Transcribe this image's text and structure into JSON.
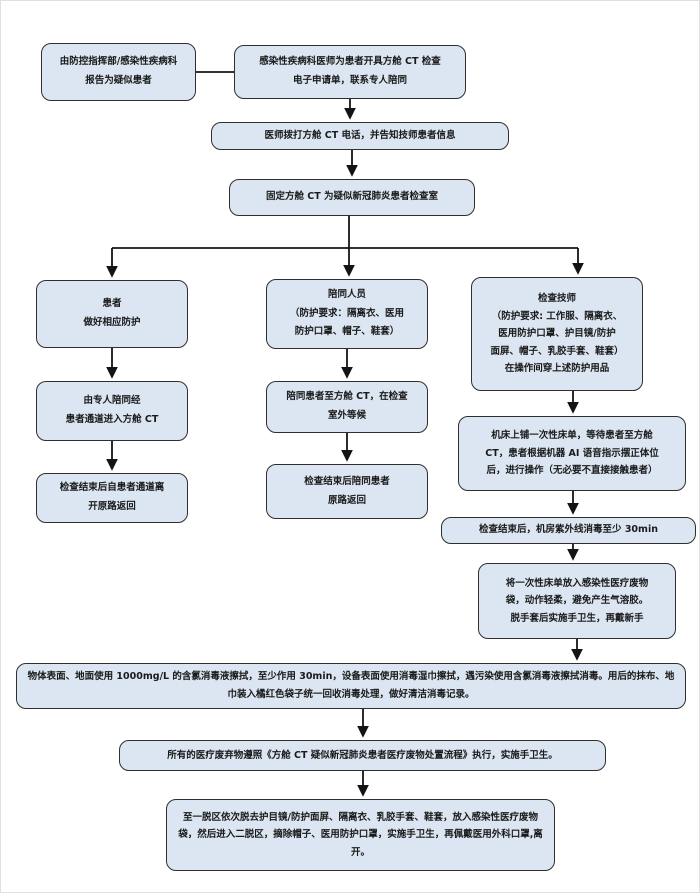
{
  "page": {
    "title": "方舱CT疑似新冠肺炎患者检查流程图",
    "background_color": "#ffffff",
    "node_fill_color": "#dce6f2",
    "node_border_color": "#2f2f2f",
    "arrow_color": "#141414"
  },
  "flowchart": {
    "nodes": {
      "report": "由防控指挥部/感染性疾病科\n报告为疑似患者",
      "order": "感染性疾病科医师为患者开具方舱 CT 检查\n电子申请单，联系专人陪同",
      "call": "医师拨打方舱 CT 电话，并告知技师患者信息",
      "fix_room": "固定方舱 CT 为疑似新冠肺炎患者检查室",
      "patient_role": "患者\n做好相应防护",
      "patient_enter": "由专人陪同经\n患者通道进入方舱 CT",
      "patient_leave": "检查结束后自患者通道离\n开原路返回",
      "escort_role": "陪同人员\n（防护要求：隔离衣、医用\n防护口罩、帽子、鞋套）",
      "escort_wait": "陪同患者至方舱 CT，在检查\n室外等候",
      "escort_return": "检查结束后陪同患者\n原路返回",
      "tech_role": "检查技师\n（防护要求: 工作服、隔离衣、\n医用防护口罩、护目镜/防护\n面屏、帽子、乳胶手套、鞋套）\n在操作间穿上述防护用品",
      "tech_scan": "机床上铺一次性床单，等待患者至方舱\nCT，患者根据机器 AI 语音指示摆正体位\n后，进行操作（无必要不直接接触患者）",
      "tech_uv": "检查结束后，机房紫外线消毒至少 30min",
      "tech_sheet": "将一次性床单放入感染性医疗废物\n袋，动作轻柔，避免产生气溶胶。\n脱手套后实施手卫生，再戴新手",
      "disinfect": "物体表面、地面使用 1000mg/L 的含氯消毒液擦拭，至少作用 30min，设备表面使用消毒湿巾擦拭，遇污染使用含氯消毒液擦拭消毒。用后的抹布、地巾装入橘红色袋子统一回收消毒处理，做好清洁消毒记录。",
      "waste": "所有的医疗废弃物遵照《方舱 CT 疑似新冠肺炎患者医疗废物处置流程》执行，实施手卫生。",
      "doffing": "至一脱区依次脱去护目镜/防护面屏、隔离衣、乳胶手套、鞋套，放入感染性医疗废物袋，然后进入二脱区，摘除帽子、医用防护口罩，实施手卫生，再佩戴医用外科口罩,离开。"
    }
  }
}
